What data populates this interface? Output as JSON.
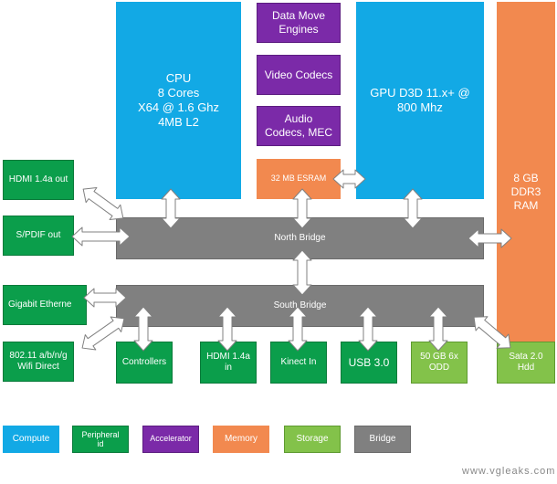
{
  "blocks": {
    "cpu": "CPU\n8 Cores\nX64 @ 1.6 Ghz\n4MB L2",
    "data_move": "Data Move\nEngines",
    "video_codecs": "Video Codecs",
    "audio_codecs": "Audio\nCodecs, MEC",
    "esram": "32 MB ESRAM",
    "gpu": "GPU D3D 11.x+ @\n800 Mhz",
    "ram": "8 GB\nDDR3\nRAM",
    "hdmi_out": "HDMI 1.4a out",
    "spdif": "S/PDIF out",
    "north_bridge": "North Bridge",
    "gigabit": "Gigabit Etherne",
    "south_bridge": "South Bridge",
    "wifi": "802.11 a/b/n/g\nWifi Direct",
    "controllers": "Controllers",
    "hdmi_in": "HDMI 1.4a\nin",
    "kinect": "Kinect In",
    "usb": "USB 3.0",
    "odd": "50 GB 6x\nODD",
    "sata": "Sata 2.0\nHdd"
  },
  "legend": {
    "compute": "Compute",
    "peripheral": "Peripheral\nid",
    "accelerator": "Accelerator",
    "memory": "Memory",
    "storage": "Storage",
    "bridge": "Bridge"
  },
  "colors": {
    "compute": "#12a9e5",
    "peripheral": "#0b9e4b",
    "accelerator": "#7b2aa8",
    "memory": "#f2894f",
    "storage": "#83c24a",
    "bridge": "#808080"
  },
  "watermark": "www.vgleaks.com"
}
